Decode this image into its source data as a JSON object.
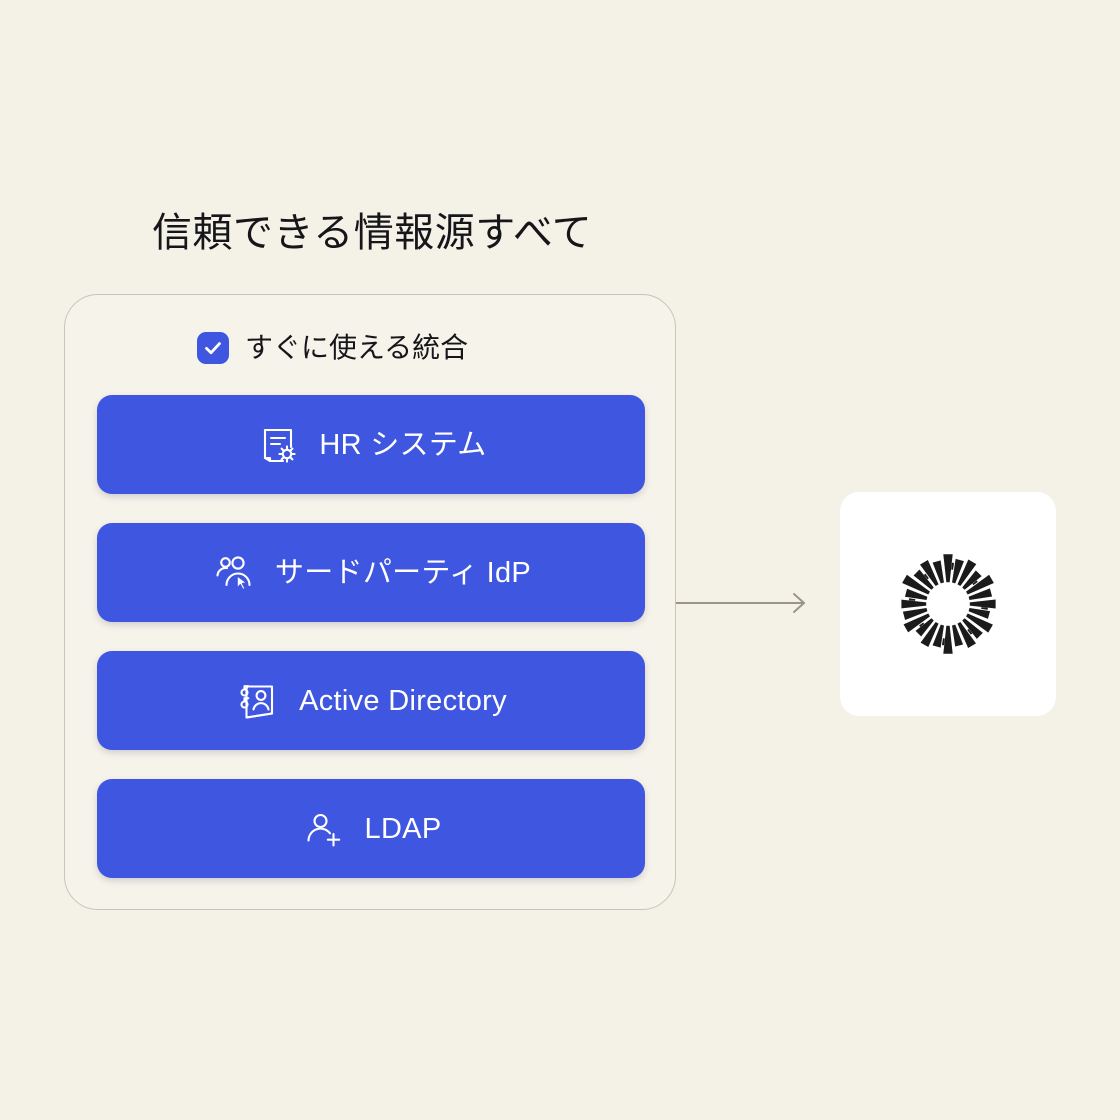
{
  "page": {
    "background_color": "#F4F1E7",
    "title": "信頼できる情報源すべて"
  },
  "panel": {
    "background_color": "#F6F3EB",
    "border_color": "#C9C4B8",
    "checkbox": {
      "icon": "checkmark-icon",
      "checked": true,
      "color": "#3F56E0",
      "label": "すぐに使える統合"
    },
    "items": [
      {
        "label": "HR システム",
        "icon": "document-gear-icon"
      },
      {
        "label": "サードパーティ IdP",
        "icon": "users-cursor-icon"
      },
      {
        "label": "Active Directory",
        "icon": "address-book-icon"
      },
      {
        "label": "LDAP",
        "icon": "user-plus-icon"
      }
    ],
    "item_color": "#3F56E0",
    "item_text_color": "#FFFFFF"
  },
  "connector": {
    "icon": "arrow-right-icon",
    "color": "#9A9589"
  },
  "destination": {
    "card_background": "#FFFFFF",
    "logo": "sunburst-radial-logo",
    "logo_color": "#1B1B1B"
  }
}
